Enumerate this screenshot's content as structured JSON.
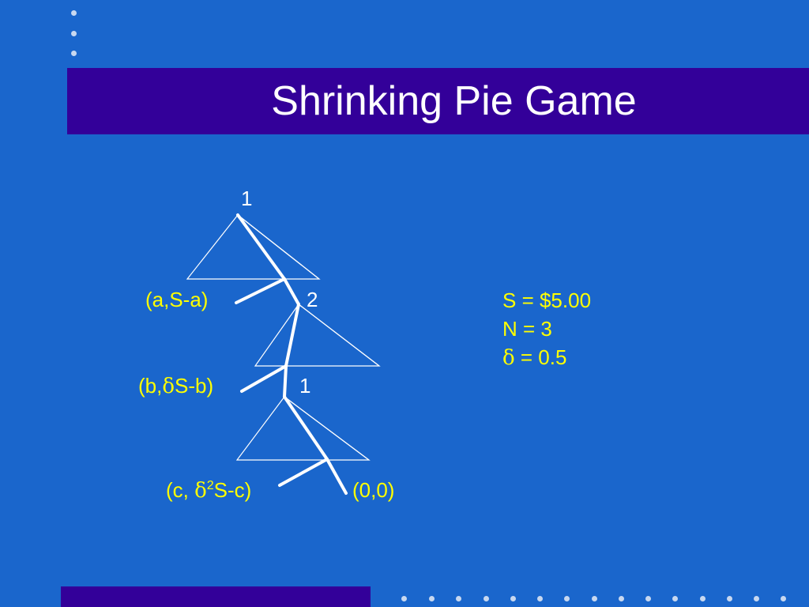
{
  "slide": {
    "title": "Shrinking Pie Game"
  },
  "colors": {
    "background": "#1a66cc",
    "bar": "#330099",
    "title_text": "#ffffff",
    "label_text": "#ffff00",
    "tree_lines": "#ffffff"
  },
  "tree": {
    "node_labels": [
      "1",
      "2",
      "1"
    ],
    "payoffs": {
      "first": {
        "prefix": "(a,S-a)"
      },
      "second": {
        "prefix": "(b,",
        "delta": "δ",
        "suffix": "S-b)"
      },
      "third": {
        "prefix": "(c, ",
        "delta": "δ",
        "exp": "2",
        "suffix": "S-c)"
      },
      "terminal": {
        "text": "(0,0)"
      }
    }
  },
  "parameters": {
    "s_line": "S = $5.00",
    "n_line": "N = 3",
    "delta_symbol": "δ",
    "delta_value": " = 0.5"
  }
}
